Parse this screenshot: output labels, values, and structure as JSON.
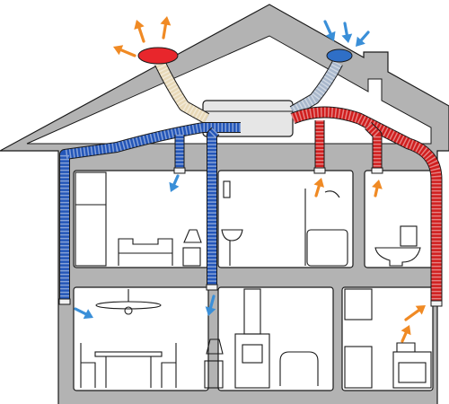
{
  "colors": {
    "house": "#b3b3b3",
    "window": "#ffffff",
    "outline": "#1a1a1a",
    "supply_duct": "#2456b8",
    "exhaust_duct": "#d01e1e",
    "outdoor_intake_duct": "#a9b8cc",
    "outdoor_exhaust_duct": "#e8d9b8",
    "heat_recovery_unit": "#e6e6e6",
    "cap_red": "#e8262c",
    "cap_blue": "#2f6fc7",
    "arrow_cool": "#3a8fd8",
    "arrow_warm": "#f08a24"
  },
  "diagram": {
    "subject": "house",
    "components": [
      {
        "id": "heat-recovery-unit",
        "kind": "ventilation-unit",
        "location": "attic"
      },
      {
        "id": "outdoor-exhaust-cap",
        "kind": "roof-cap",
        "color": "red"
      },
      {
        "id": "outdoor-intake-cap",
        "kind": "roof-cap",
        "color": "blue"
      }
    ],
    "rooms": [
      {
        "id": "upstairs-bedroom",
        "flow": "supply"
      },
      {
        "id": "upstairs-bathroom",
        "flow": "extract"
      },
      {
        "id": "upstairs-toilet",
        "flow": "extract"
      },
      {
        "id": "dining-room",
        "flow": "supply"
      },
      {
        "id": "living-room",
        "flow": "supply"
      },
      {
        "id": "kitchen",
        "flow": "extract"
      }
    ]
  }
}
